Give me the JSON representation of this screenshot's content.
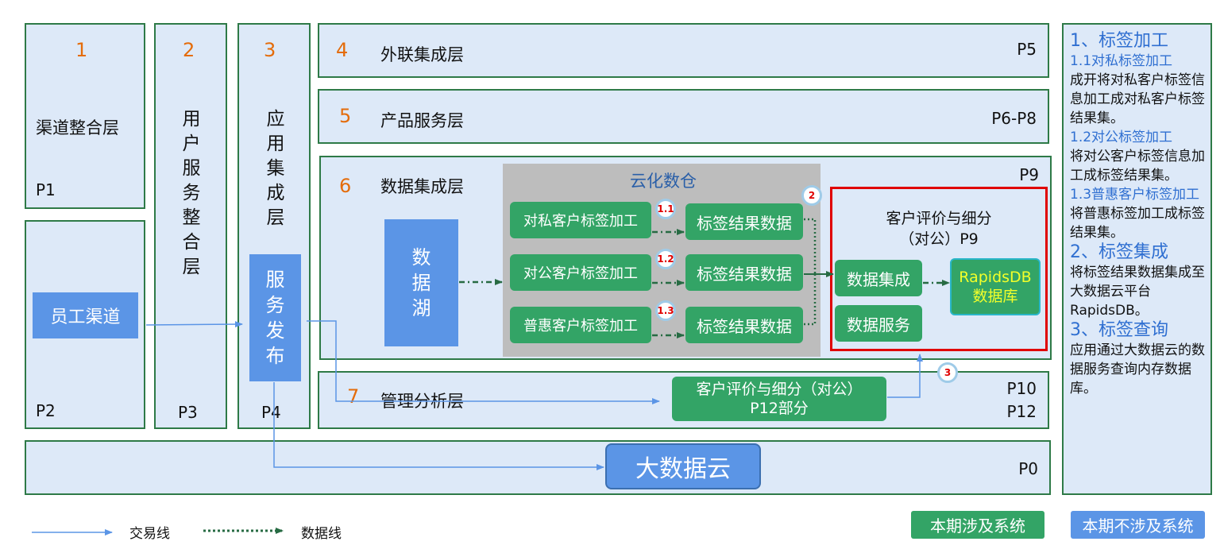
{
  "layers": {
    "channel": {
      "num": "1",
      "label": "渠道整合层",
      "page": "P1"
    },
    "employee": {
      "label": "员工渠道",
      "page": "P2"
    },
    "user": {
      "num": "2",
      "label": "用户服务整合层",
      "page": "P3"
    },
    "app": {
      "num": "3",
      "label": "应用集成层",
      "page": "P4",
      "service": "服务发布"
    },
    "external": {
      "num": "4",
      "label": "外联集成层",
      "page": "P5"
    },
    "product": {
      "num": "5",
      "label": "产品服务层",
      "page": "P6-P8"
    },
    "data": {
      "num": "6",
      "label": "数据集成层",
      "page": "P9"
    },
    "mgmt": {
      "num": "7",
      "label": "管理分析层",
      "page1": "P10",
      "page2": "P12",
      "box_line1": "客户评价与细分（对公）",
      "box_line2": "P12部分"
    },
    "bigdata": {
      "label": "大数据云",
      "page": "P0"
    }
  },
  "data_lake": "数据湖",
  "cloud_dw": {
    "title": "云化数仓",
    "rows": [
      {
        "process": "对私客户标签加工",
        "badge": "1.1",
        "result": "标签结果数据"
      },
      {
        "process": "对公客户标签加工",
        "badge": "1.2",
        "result": "标签结果数据"
      },
      {
        "process": "普惠客户标签加工",
        "badge": "1.3",
        "result": "标签结果数据"
      }
    ]
  },
  "badges": {
    "integration": "2",
    "query": "3"
  },
  "customer_eval": {
    "title_line1": "客户评价与细分",
    "title_line2": "（对公）P9",
    "integration": "数据集成",
    "service": "数据服务",
    "db_line1": "RapidsDB",
    "db_line2": "数据库"
  },
  "notes": {
    "h1": "1、标签加工",
    "s11": "1.1对私标签加工",
    "t11": "成开将对私客户标签信息加工成对私客户标签结果集。",
    "s12": "1.2对公标签加工",
    "t12": "将对公客户标签信息加工成标签结果集。",
    "s13": "1.3普惠客户标签加工",
    "t13": "将普惠标签加工成标签结果集。",
    "h2": "2、标签集成",
    "t2": "将标签结果数据集成至大数据云平台RapidsDB。",
    "h3": "3、标签查询",
    "t3": "应用通过大数据云的数据服务查询内存数据库。"
  },
  "legend": {
    "trade_line": "交易线",
    "data_line": "数据线",
    "involved": "本期涉及系统",
    "not_involved": "本期不涉及系统"
  },
  "colors": {
    "panel_fill": "#dde9f8",
    "panel_border": "#2e7a47",
    "green_system": "#33a466",
    "blue_system": "#5b95e6",
    "number_orange": "#e46c0a",
    "highlight_red": "#e00000"
  }
}
